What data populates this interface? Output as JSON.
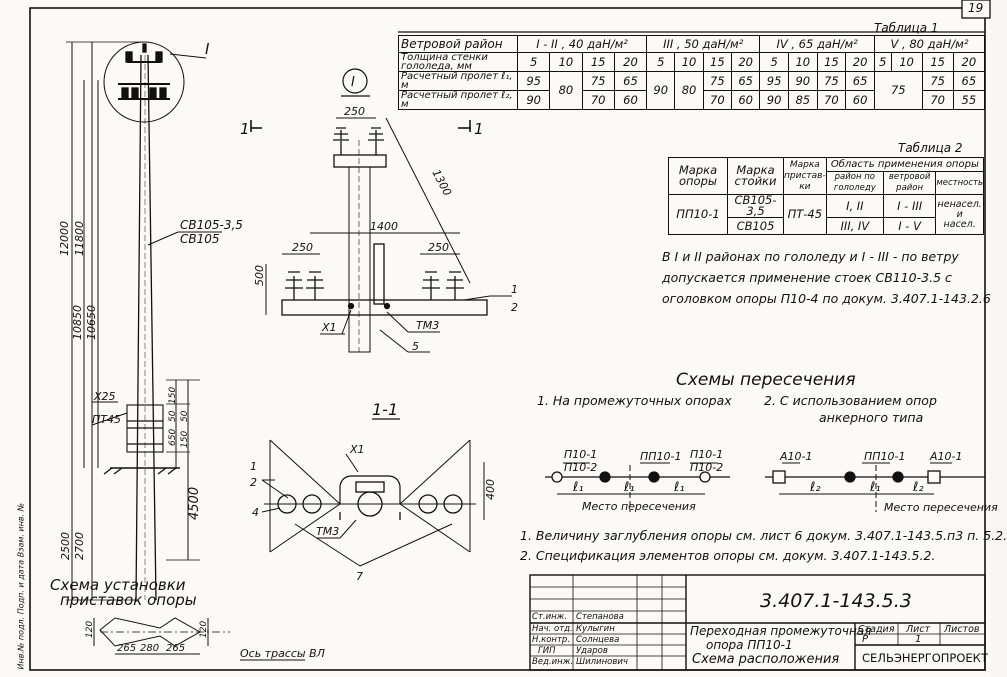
{
  "sheet_number": "19",
  "table1": {
    "title": "Таблица 1",
    "header_label": "Ветровой район",
    "regions": [
      "I - II , 40 даН/м²",
      "III , 50 даН/м²",
      "IV , 65 даН/м²",
      "V , 80 даН/м²"
    ],
    "rows": [
      {
        "label": "Толщина стенки гололеда, мм",
        "cells": [
          "5",
          "10",
          "15",
          "20",
          "5",
          "10",
          "15",
          "20",
          "5",
          "10",
          "15",
          "20",
          "5",
          "10",
          "15",
          "20"
        ]
      },
      {
        "label": "Расчетный пролет ℓ₁, м",
        "cells": [
          "95",
          "80",
          "75",
          "65",
          "90",
          "80",
          "75",
          "65",
          "95",
          "90",
          "75",
          "65",
          "75",
          "75",
          "65"
        ]
      },
      {
        "label": "Расчетный пролет ℓ₂, м",
        "cells": [
          "90",
          "70",
          "60",
          "70",
          "60",
          "90",
          "85",
          "70",
          "60",
          "70",
          "55"
        ]
      }
    ]
  },
  "table2": {
    "title": "Таблица 2",
    "h_marka_opory": "Марка опоры",
    "h_marka_stoyki": "Марка стойки",
    "h_marka_pristavki": "Марка пристав-ки",
    "h_oblast": "Область применения опоры",
    "h_rayon_gololed": "район по гололеду",
    "h_veter": "ветровой район",
    "h_mestnost": "местность",
    "opora": "ПП10-1",
    "stoyka1": "СВ105-3,5",
    "stoyka2": "СВ105",
    "pristavka": "ПТ-45",
    "gololed1": "I, II",
    "gololed2": "III, IV",
    "veter1": "I - III",
    "veter2": "I - V",
    "mestnost1": "ненасел.",
    "mestnost_mid": "и",
    "mestnost2": "насел."
  },
  "note_top": [
    "В I и II районах по гололеду и I - III - по ветру",
    "допускается применение стоек СВ110-3.5 с",
    "оголовком опоры П10-4 по докум. 3.407.1-143.2.6"
  ],
  "pole": {
    "callout": "I",
    "label_stoyka1": "СВ105-3,5",
    "label_stoyka2": "СВ105",
    "dim_12000": "12000",
    "dim_11800": "11800",
    "dim_10850": "10850",
    "dim_10650": "10650",
    "dim_2500": "2500",
    "dim_2700": "2700",
    "dim_4500": "4500",
    "dim_150a": "150",
    "dim_50a": "50",
    "dim_50b": "50",
    "dim_650": "650",
    "dim_150b": "150",
    "label_x25": "Х25",
    "label_pt45": "ПТ45",
    "section_mark": "1"
  },
  "detail": {
    "callout": "I",
    "dim_250_top": "250",
    "dim_1300": "1300",
    "dim_1400": "1400",
    "dim_250_left": "250",
    "dim_250_right": "250",
    "dim_500": "500",
    "label_1": "1",
    "label_2": "2",
    "label_x1": "Х1",
    "label_tm3": "ТМ3",
    "label_5": "5",
    "section_mark": "1"
  },
  "section": {
    "title": "1-1",
    "label_x1": "Х1",
    "label_1": "1",
    "label_2": "2",
    "label_4": "4",
    "label_tm3": "ТМ3",
    "label_7": "7",
    "dim_400": "400"
  },
  "prist_scheme": {
    "title1": "Схема установки",
    "title2": "приставок опоры",
    "dim_120": "120",
    "dim_265a": "265",
    "dim_280": "280",
    "dim_265b": "265",
    "dim_120b": "120",
    "axis_label": "Ось трассы ВЛ"
  },
  "crossing": {
    "title": "Схемы пересечения",
    "case1": "1. На промежуточных опорах",
    "case2a": "2. С использованием опор",
    "case2b": "анкерного типа",
    "a_left": "П10-1",
    "a_left2": "П10-2",
    "a_mid": "ПП10-1",
    "a_right": "П10-1",
    "a_right2": "П10-2",
    "l1": "ℓ₁",
    "l1b": "ℓ₁",
    "l1c": "ℓ₁",
    "mesto1": "Место пересечения",
    "b_left": "А10-1",
    "b_mid": "ПП10-1",
    "b_right": "А10-1",
    "l2": "ℓ₂",
    "l1d": "ℓ₁",
    "l2b": "ℓ₂",
    "mesto2": "Место пересечения"
  },
  "notes": [
    "1. Величину заглубления опоры см. лист 6 докум. 3.407.1-143.5.п3 п. 5.2.",
    "2. Спецификация элементов опоры см. докум. 3.407.1-143.5.2."
  ],
  "title_block": {
    "doc_code": "3.407.1-143.5.3",
    "roles": [
      "Нач. отд.",
      "Н.контр.",
      "ГИП",
      "Вед.инж.",
      "Ст.инж."
    ],
    "names": [
      "Кулыгин",
      "Солнцева",
      "Ударов",
      "Шилинович",
      "Степанова"
    ],
    "desc1": "Переходная промежуточная",
    "desc2": "опора ПП10-1",
    "desc3": "Схема расположения",
    "stadia_h": "Стадия",
    "list_h": "Лист",
    "listov_h": "Листов",
    "stadia": "Р",
    "list": "1",
    "org": "СЕЛЬЭНЕРГОПРОЕКТ"
  },
  "margin_text": "Инв.№ подл.  Подп. и дата  Взам. инв. №"
}
